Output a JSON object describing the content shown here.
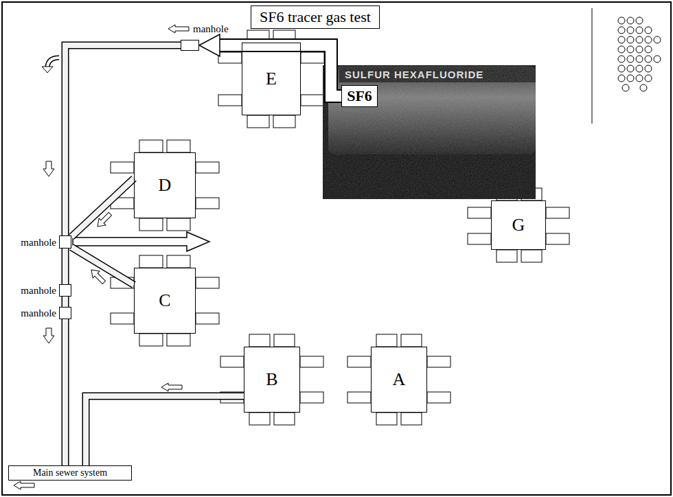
{
  "diagram": {
    "title": "SF6 tracer gas test",
    "nodes": [
      {
        "text": [
          "E"
        ]
      },
      {
        "text": [
          "manhole"
        ]
      },
      {
        "text": [
          "SF6"
        ]
      },
      {
        "text": [
          "D"
        ]
      },
      {
        "text": [
          "G"
        ]
      },
      {
        "text": [
          "manhole"
        ]
      },
      {
        "text": [
          "C"
        ]
      },
      {
        "text": [
          "manhole"
        ]
      },
      {
        "text": [
          "manhole"
        ]
      },
      {
        "text": [
          "B"
        ]
      },
      {
        "text": [
          "A"
        ]
      },
      {
        "text": [
          "Main sewer system"
        ]
      }
    ],
    "edges": [
      {
        "from": 2,
        "to": 1,
        "arrow": "to"
      },
      {
        "from": 1,
        "to": 5,
        "arrow": "none"
      },
      {
        "from": 3,
        "to": 5,
        "arrow": "none"
      },
      {
        "from": 6,
        "to": 5,
        "arrow": "none"
      },
      {
        "from": 5,
        "to": 7,
        "arrow": "none"
      },
      {
        "from": 7,
        "to": 8,
        "arrow": "none"
      },
      {
        "from": 8,
        "to": 11,
        "arrow": "none"
      },
      {
        "from": 9,
        "to": 11,
        "arrow": "none"
      }
    ],
    "labels": [
      "SULFUR HEXAFLUORIDE"
    ]
  }
}
